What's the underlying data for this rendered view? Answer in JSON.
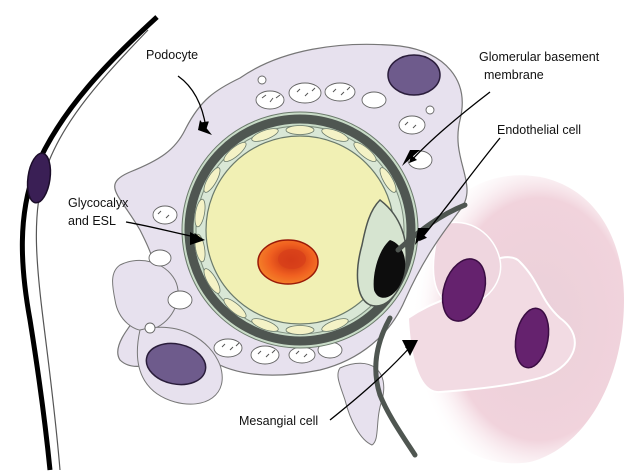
{
  "labels": {
    "podocyte": "Podocyte",
    "gbm_line1": "Glomerular basement",
    "gbm_line2": "membrane",
    "endothelial": "Endothelial cell",
    "glyco_line1": "Glycocalyx",
    "glyco_line2": "and ESL",
    "mesangial": "Mesangial cell"
  },
  "colors": {
    "background": "#ffffff",
    "podocyte_fill": "#e7e1ee",
    "podocyte_nucleus": "#6e5b8c",
    "basement_membrane": "#4f5651",
    "glycocalyx": "#c9dcc8",
    "lumen": "#f1f0b4",
    "red_blood_cell": "#f05a1e",
    "endothelial_nucleus": "#0d0d0d",
    "mesangial_region": "#f1d3dc",
    "mesangial_nucleus": "#65226e",
    "outer_cell_nucleus": "#3a1f55"
  }
}
